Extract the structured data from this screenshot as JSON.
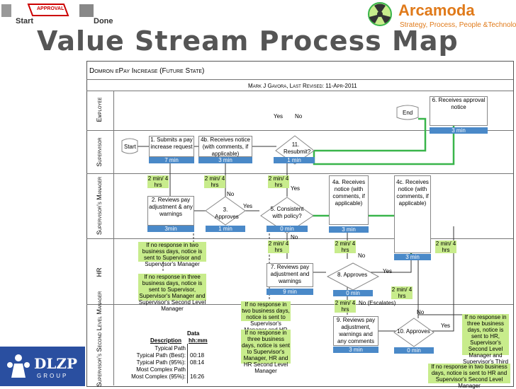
{
  "header": {
    "start_label": "Start",
    "done_label": "Done",
    "approval_stamp": "APPROVAL",
    "title": "Value Stream Process Map",
    "brand": "Arcamoda",
    "tagline": "Strategy, Process, People &Technology",
    "logo_text": "DLZP",
    "logo_sub": "GROUP"
  },
  "map": {
    "title": "Domron ePay Increase (Future State)",
    "author_line": "Mark J Gavora, Last Revised: 11-Apr-2011"
  },
  "lanes": [
    "Employee",
    "Supervisor",
    "Supervisor's Manager",
    "HR",
    "Supervisor's Second Level Manager"
  ],
  "steps": {
    "start": "Start",
    "end": "End",
    "s1": "1. Submits a pay increase request",
    "s1_time": "7 min",
    "s4b": "4b. Receives notice (with comments, if applicable)",
    "s4b_time": "3 min",
    "s11": "11. Resubmit?",
    "s11_time": "1 min",
    "s6": "6. Receives approval notice",
    "s6_time": "3 min",
    "s2": "2. Reviews pay adjustment & any warnings",
    "s2_time": "3min",
    "s3": "3. Approves",
    "s3_time": "1 min",
    "s5": "5. Consistent with policy?",
    "s5_time": "0 min",
    "s4a": "4a. Receives notice (with comments, if applicable)",
    "s4a_time": "3 min",
    "s4c": "4c. Receives notice (with comments, if applicable)",
    "s4c_time": "3 min",
    "s7": "7. Reviews pay adjustment and warnings",
    "s7_time": "9 min",
    "s8": "8. Approves",
    "s8_time": "0 min",
    "s9": "9. Reviews pay adjustment, warnings and any comments",
    "s9_time": "3 min",
    "s10": "10. Approves",
    "s10_time": "0 min"
  },
  "waits": {
    "w1": "2 min/ 4 hrs",
    "w2": "2 min/ 4 hrs",
    "w3": "2 min/ 4 hrs",
    "w4": "2 min/ 4 hrs",
    "w5": "2 min/ 4 hrs",
    "w6": "2 min/ 4 hrs",
    "w7": "2 min/ 4 hrs",
    "w8": "2 min/ 4 hrs"
  },
  "flow_labels": {
    "yes1": "Yes",
    "no1": "No",
    "no2": "No",
    "yes2": "Yes",
    "yes3": "Yes",
    "no3": "No",
    "no4": "No",
    "yes4": "Yes",
    "no_escalates": "No (Escalates)",
    "no5": "No",
    "yes5": "Yes"
  },
  "notes": {
    "n1": "If no response in two business days,  notice is sent to Supervisor and Supervisor's Manager",
    "n2": "If no response in three business days,  notice is sent to Supervisor, Supervisor's Manager and Supervisor's Second Level Manager",
    "n3": "If no response in two business days, notice is sent to Supervisor's Manager and HR",
    "n4": "If no response in three business days, notice is sent to Supervisor's Manager, HR and HR Second Level Manager",
    "n5": "If no response in three business days, notice is sent to HR, Supervisor's Second Level Manager and Supervisor's Third Level Manager",
    "n6": "If no response in two business days, notice is sent to HR and Supervisor's Second Level Manager"
  },
  "summary": {
    "col_data": "Data",
    "col_desc": "Description",
    "col_unit": "hh:mm",
    "rows": [
      {
        "label": "Typical Path",
        "value": ""
      },
      {
        "label": "Typical Path (Best):",
        "value": "00:18"
      },
      {
        "label": "Typical Path (95%):",
        "value": "08:14"
      },
      {
        "label": "Most Complex Path",
        "value": ""
      },
      {
        "label": "Most Complex (95%):",
        "value": "16:26"
      }
    ]
  },
  "colors": {
    "accent": "#c8ec8c",
    "time": "#4a89c8",
    "flow": "#39b54a",
    "brand": "#e07a1a"
  }
}
